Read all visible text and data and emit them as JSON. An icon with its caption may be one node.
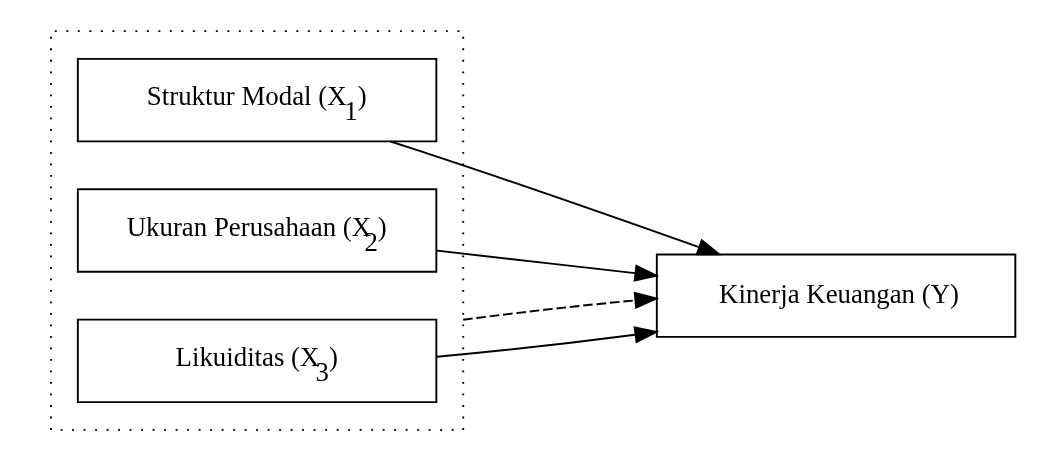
{
  "diagram": {
    "nodes": [
      {
        "text": [],
        "shape": "box"
      },
      {
        "text": [
          "Struktur Modal (X$_{1}$)"
        ],
        "in": 0
      },
      {
        "text": [
          "Ukuran Perusahaan (X$_{2}$)"
        ],
        "in": 0
      },
      {
        "text": [
          "Likuiditas (X$_{3}$)"
        ],
        "in": 0
      },
      {
        "text": [
          "Kinerja Keuangan (Y)"
        ]
      }
    ],
    "edges": [
      {
        "from": 1,
        "to": 4,
        "arrow": "to"
      },
      {
        "from": 2,
        "to": 4,
        "arrow": "to"
      },
      {
        "from": 3,
        "to": 4,
        "arrow": "to"
      },
      {
        "from": 0,
        "to": 4,
        "arrow": "to",
        "style": "dashed"
      }
    ]
  }
}
